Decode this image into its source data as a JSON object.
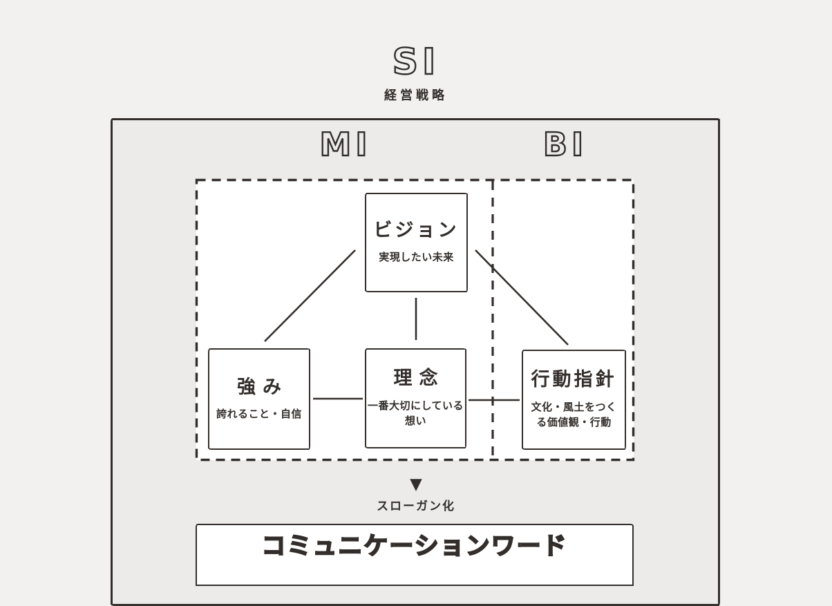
{
  "palette": {
    "ink": "#332e2b",
    "page_bg": "#f2f1ef",
    "frame_bg": "#ecebea",
    "panel_bg": "#ffffff"
  },
  "header": {
    "title": "SI",
    "subtitle": "経営戦略"
  },
  "frame": {
    "mi_label": "MI",
    "bi_label": "BI"
  },
  "boxes": {
    "vision": {
      "title": "ビジョン",
      "subtitle": "実現したい未来"
    },
    "strength": {
      "title": "強み",
      "subtitle": "誇れること・自信"
    },
    "philosophy": {
      "title": "理念",
      "subtitle": "一番大切にしている想い"
    },
    "guidelines": {
      "title": "行動指針",
      "subtitle": "文化・風土をつくる価値観・行動"
    }
  },
  "flow": {
    "arrow": "▼",
    "label": "スローガン化"
  },
  "output_box": {
    "title": "コミュニケーションワード"
  }
}
